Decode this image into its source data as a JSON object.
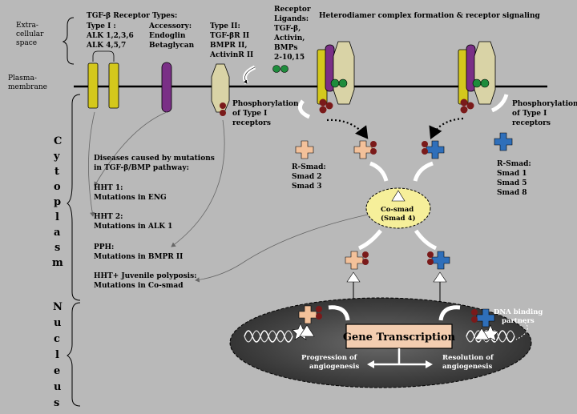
{
  "regions": {
    "extracellular": [
      "Extra-",
      "cellular",
      "space"
    ],
    "plasma_membrane": [
      "Plasma-",
      "membrane"
    ],
    "cytoplasm": [
      "C",
      "y",
      "t",
      "o",
      "p",
      "l",
      "a",
      "s",
      "m"
    ],
    "nucleus": [
      "N",
      "u",
      "c",
      "l",
      "e",
      "u",
      "s"
    ]
  },
  "receptor_types": {
    "title": "TGF-β Receptor Types:",
    "type1": [
      "Type I :",
      "ALK 1,2,3,6",
      "ALK 4,5,7"
    ],
    "accessory": [
      "Accessory:",
      "Endoglin",
      "Betaglycan"
    ],
    "type2": [
      "Type II:",
      "TGF-βR II",
      "BMPR II,",
      "ActivinR II"
    ]
  },
  "ligands": [
    "Receptor",
    "Ligands:",
    "TGF-β,",
    "Activin,",
    "BMPs",
    "2-10,15"
  ],
  "heterodimer_title": "Heterodiamer complex formation & receptor signaling",
  "phospho_left": [
    "Phosphorylation",
    "of Type I",
    "receptors"
  ],
  "phospho_right": [
    "Phosphorylation",
    "of Type I",
    "receptors"
  ],
  "rsmad_left": [
    "R-Smad:",
    "Smad 2",
    "Smad 3"
  ],
  "rsmad_right": [
    "R-Smad:",
    "Smad 1",
    "Smad 5",
    "Smad 8"
  ],
  "cosmad": [
    "Co-smad",
    "(Smad 4)"
  ],
  "diseases": {
    "title": [
      "Diseases caused by mutations",
      "in TGF-β/BMP pathway:"
    ],
    "hht1": [
      "HHT 1:",
      "Mutations in ENG"
    ],
    "hht2": [
      "HHT 2:",
      "Mutations in ALK 1"
    ],
    "pph": [
      "PPH:",
      "Mutations in BMPR II"
    ],
    "juvenile": [
      "HHT+ Juvenile polyposis:",
      "Mutations in Co-smad"
    ]
  },
  "nucleus_content": {
    "gene_transcription": "Gene Transcription",
    "dna_binding": [
      "DNA binding",
      "partners"
    ],
    "progression": [
      "Progression of",
      "angiogenesis"
    ],
    "resolution": [
      "Resolution of",
      "angiogenesis"
    ]
  },
  "colors": {
    "background": "#b9b9b9",
    "type1_receptor": "#d4c81c",
    "type2_receptor": "#d9d3a6",
    "accessory": "#7a2f86",
    "phosphate": "#7a1a1a",
    "ligand": "#1e8c3c",
    "smad_tgf": "#f3c19a",
    "smad_bmp": "#2f6fba",
    "cosmad": "#f6ef9a",
    "nucleus": "#4a4a4a",
    "gene_box": "#f3cdb0"
  }
}
